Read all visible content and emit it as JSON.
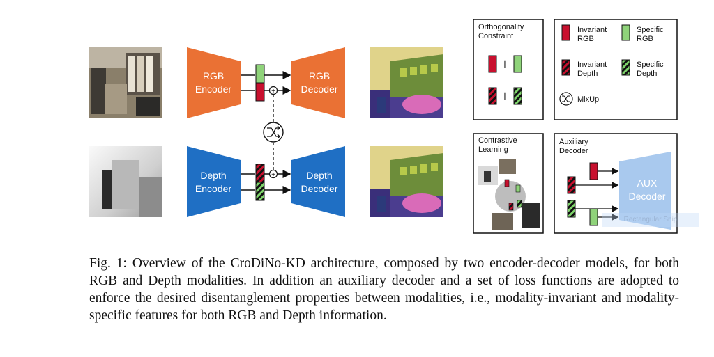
{
  "labels": {
    "rgb_encoder_1": "RGB",
    "rgb_encoder_2": "Encoder",
    "rgb_decoder_1": "RGB",
    "rgb_decoder_2": "Decoder",
    "depth_encoder_1": "Depth",
    "depth_encoder_2": "Encoder",
    "depth_decoder_1": "Depth",
    "depth_decoder_2": "Decoder",
    "aux_decoder_1": "AUX",
    "aux_decoder_2": "Decoder"
  },
  "panels": {
    "orthogonality_1": "Orthogonality",
    "orthogonality_2": "Constraint",
    "orth_symbol": "⊥",
    "contrastive_1": "Contrastive",
    "contrastive_2": "Learning",
    "auxiliary_1": "Auxiliary",
    "auxiliary_2": "Decoder"
  },
  "legend": {
    "invariant_rgb_1": "Invariant",
    "invariant_rgb_2": "RGB",
    "specific_rgb_1": "Specific",
    "specific_rgb_2": "RGB",
    "invariant_depth_1": "Invariant",
    "invariant_depth_2": "Depth",
    "specific_depth_1": "Specific",
    "specific_depth_2": "Depth",
    "mixup": "MixUp"
  },
  "watermark": "Rectangular Snip",
  "caption": "Fig. 1: Overview of the CroDiNo-KD architecture, composed by two encoder-decoder models, for both RGB and Depth modalities. In addition an auxiliary decoder and a set of loss functions are adopted to enforce the desired disentanglement properties between modalities, i.e., modality-invariant and modality-specific features for both RGB and Depth information.",
  "colors": {
    "rgb_orange": "#ea7134",
    "depth_blue": "#1f6fc4",
    "aux_blue": "#a9c9ee",
    "invariant_red": "#c8102e",
    "specific_green": "#8fd37a",
    "depth_stripe_red": "#c8102e",
    "depth_stripe_green": "#3a9a3a"
  }
}
